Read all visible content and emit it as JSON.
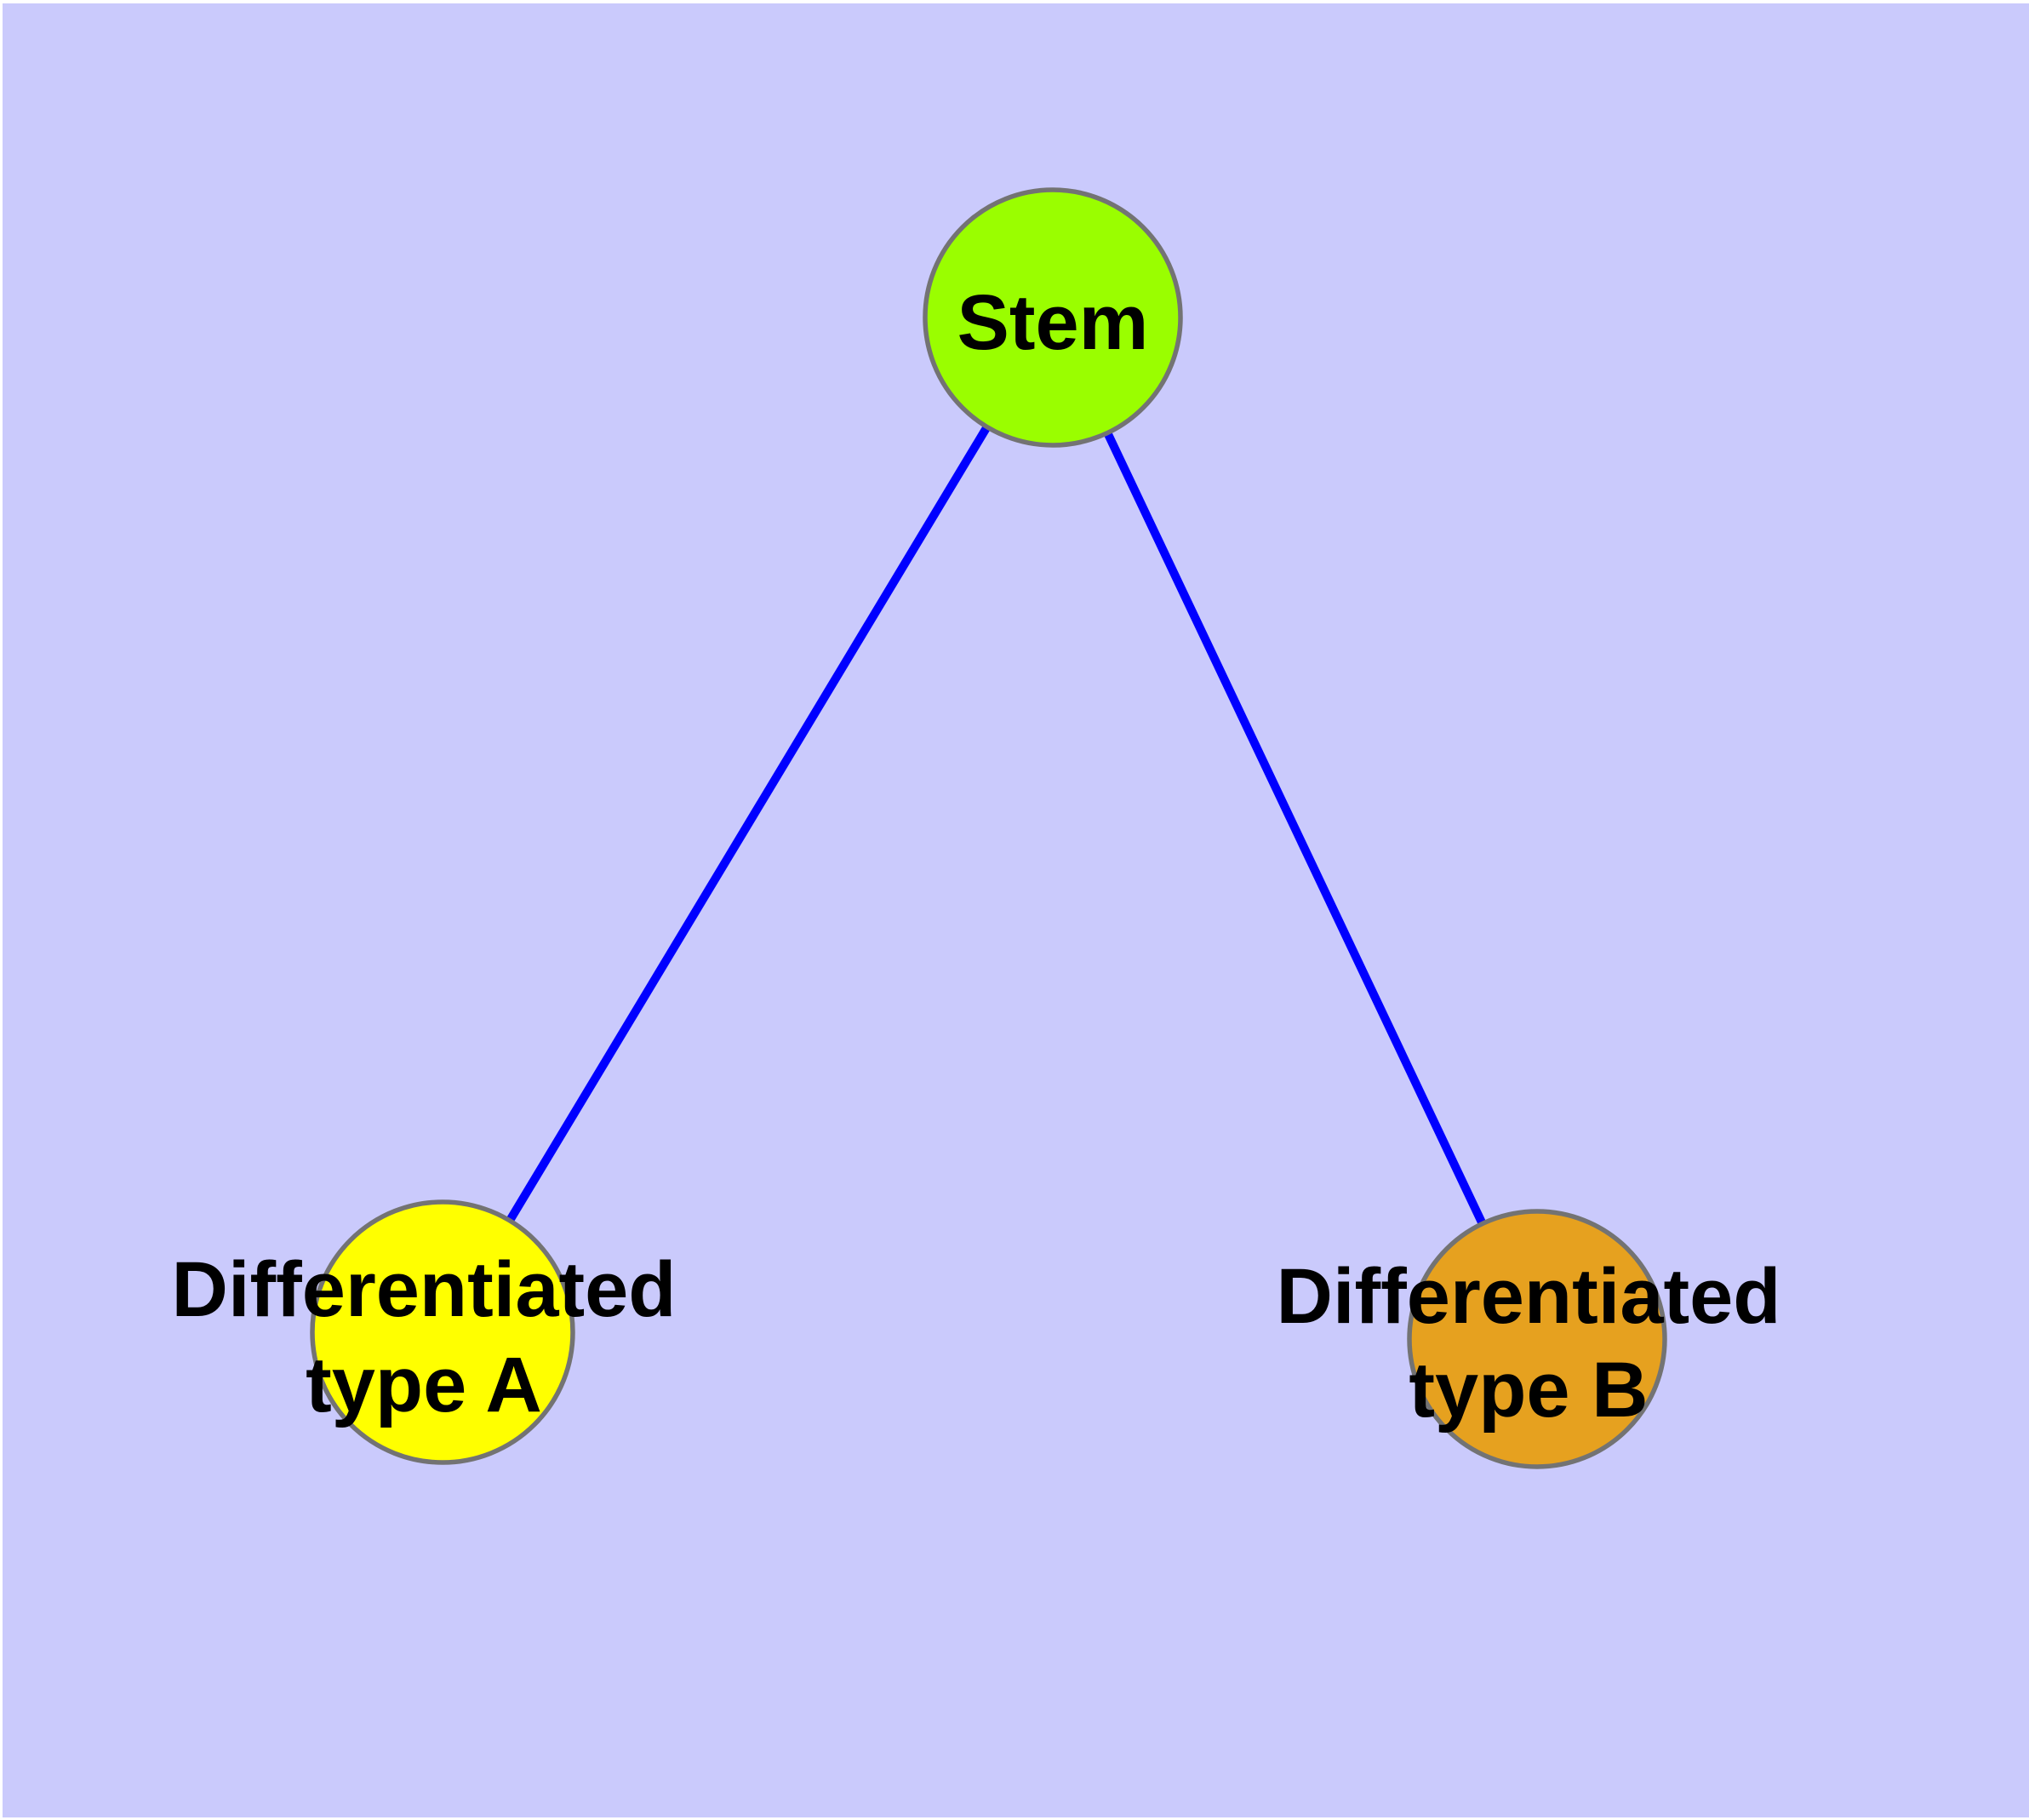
{
  "diagram": {
    "type": "graph",
    "description": "Stem cell differentiation tree: one stem node connected by two edges to two differentiated cell-type nodes",
    "colors": {
      "page_margin": "#FFFFFF",
      "background": "#CACAFC",
      "edge": "#0000FF",
      "node_border": "#737373",
      "label_text": "#000000"
    },
    "nodes": [
      {
        "id": "stem",
        "label": "Stem",
        "lines": [
          "Stem"
        ],
        "fill": "#9AFE00"
      },
      {
        "id": "differentiated-type-a",
        "label": "Differentiated type A",
        "lines": [
          "Differentiated",
          "type A"
        ],
        "fill": "#FFFF00"
      },
      {
        "id": "differentiated-type-b",
        "label": "Differentiated type B",
        "lines": [
          "Differentiated",
          "type B"
        ],
        "fill": "#E6A11F"
      }
    ],
    "edges": [
      {
        "from": "stem",
        "to": "differentiated-type-a"
      },
      {
        "from": "stem",
        "to": "differentiated-type-b"
      }
    ]
  }
}
